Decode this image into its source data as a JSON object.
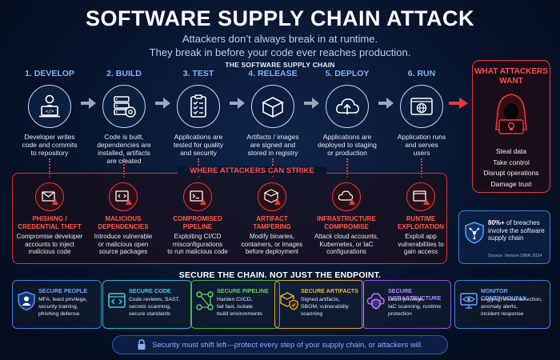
{
  "title": "SOFTWARE SUPPLY CHAIN ATTACK",
  "subtitle_line1": "Attackers don’t always break in at runtime.",
  "subtitle_line2": "They break in before your code ever reaches production.",
  "chain_label": "THE SOFTWARE SUPPLY CHAIN",
  "stages": [
    {
      "title": "1. DEVELOP",
      "icon": "developer-laptop-icon",
      "desc": [
        "Developer writes",
        "code and commits",
        "to repository"
      ]
    },
    {
      "title": "2. BUILD",
      "icon": "server-gear-icon",
      "desc": [
        "Code is built,",
        "dependencies are",
        "installed, artifacts",
        "are created"
      ]
    },
    {
      "title": "3. TEST",
      "icon": "checklist-clipboard-icon",
      "desc": [
        "Applications are",
        "tested for quality",
        "and security"
      ]
    },
    {
      "title": "4. RELEASE",
      "icon": "package-box-icon",
      "desc": [
        "Artifacts / images",
        "are signed and",
        "stored in registry"
      ]
    },
    {
      "title": "5. DEPLOY",
      "icon": "cloud-upload-icon",
      "desc": [
        "Applications are",
        "deployed to staging",
        "or production"
      ]
    },
    {
      "title": "6. RUN",
      "icon": "globe-browser-icon",
      "desc": [
        "Application runs",
        "and serves",
        "users"
      ]
    }
  ],
  "attackers_want": {
    "title_line1": "WHAT ATTACKERS",
    "title_line2": "WANT",
    "icon": "hooded-hacker-icon",
    "items": [
      "Steal data",
      "Take control",
      "Disrupt operations",
      "Damage trust"
    ]
  },
  "strike_title": "WHERE ATTACKERS CAN STRIKE",
  "attacks": [
    {
      "title": [
        "PHISHING /",
        "CREDENTIAL THEFT"
      ],
      "icon": "phishing-email-icon",
      "desc": [
        "Compromise developer",
        "accounts to inject",
        "malicious code"
      ]
    },
    {
      "title": [
        "MALICIOUS",
        "DEPENDENCIES"
      ],
      "icon": "malicious-code-icon",
      "desc": [
        "Introduce vulnerable",
        "or malicious open",
        "source packages"
      ]
    },
    {
      "title": [
        "COMPROMISED",
        "PIPELINE"
      ],
      "icon": "terminal-warning-icon",
      "desc": [
        "Exploiting CI/CD",
        "misconfigurations",
        "to run malicious code"
      ]
    },
    {
      "title": [
        "ARTIFACT",
        "TAMPERING"
      ],
      "icon": "tampered-box-icon",
      "desc": [
        "Modify binaries,",
        "containers, or images",
        "before deployment"
      ]
    },
    {
      "title": [
        "INFRASTRUCTURE",
        "COMPROMISE"
      ],
      "icon": "cloud-warning-icon",
      "desc": [
        "Attack cloud accounts,",
        "Kubernetes, or IaC",
        "configurations"
      ]
    },
    {
      "title": [
        "RUNTIME",
        "EXPLOITATION"
      ],
      "icon": "browser-warning-icon",
      "desc": [
        "Exploit app",
        "vulnerabilities to",
        "gain access"
      ]
    }
  ],
  "stat": {
    "number": "80%+",
    "text_rest": "of breaches",
    "line2": "involve the software",
    "line3": "supply chain",
    "source": "Source: Verizon DBIR 2024",
    "icon": "shield-network-icon"
  },
  "secure_heading": "SECURE THE CHAIN. NOT JUST THE ENDPOINT.",
  "practices": [
    {
      "title": "SECURE PEOPLE",
      "icon": "user-shield-icon",
      "color": "#3f7fe0",
      "desc": [
        "MFA, least privilege,",
        "security training,",
        "phishing defense"
      ]
    },
    {
      "title": "SECURE CODE",
      "icon": "code-window-icon",
      "color": "#25b5c9",
      "desc": [
        "Code reviews, SAST,",
        "secrets scanning,",
        "secure standards"
      ]
    },
    {
      "title": "SECURE PIPELINE",
      "icon": "pipeline-nodes-icon",
      "color": "#45b53f",
      "desc": [
        "Harden CI/CD,",
        "fail fast, isolate",
        "build environments"
      ]
    },
    {
      "title": "SECURE ARTIFACTS",
      "icon": "artifact-shield-icon",
      "color": "#e2a41c",
      "desc": [
        "Signed artifacts,",
        "SBOM, vulnerability",
        "scanning"
      ]
    },
    {
      "title": "SECURE INFRASTRUCTURE",
      "icon": "cloud-shield-icon",
      "color": "#8a55d8",
      "desc": [
        "Least privilege,",
        "IaC scanning, runtime",
        "protection"
      ]
    },
    {
      "title": "MONITOR CONTINUOUSLY",
      "icon": "monitor-eye-icon",
      "color": "#3f7fe0",
      "desc": [
        "Logging, threat detection,",
        "anomaly alerts,",
        "incident response"
      ]
    }
  ],
  "footer": {
    "icon": "lock-icon",
    "text": "Security must shift left—protect every step of your supply chain, or attackers will."
  },
  "colors": {
    "accent_blue": "#7fb0ff",
    "alert_red": "#e5383b",
    "background": "#08142c"
  }
}
